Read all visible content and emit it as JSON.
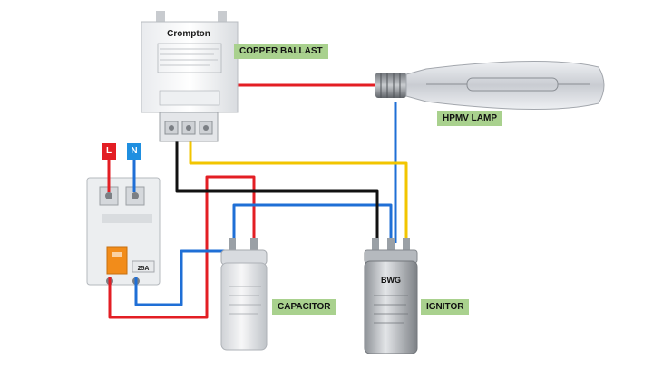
{
  "labels": {
    "ballast": "COPPER BALLAST",
    "lamp": "HPMV LAMP",
    "capacitor": "CAPACITOR",
    "ignitor": "IGNITOR"
  },
  "terminals": {
    "live": "L",
    "neutral": "N"
  },
  "devices": {
    "ballast_brand": "Crompton",
    "ignitor_brand": "BWG",
    "breaker_rating": "25A"
  },
  "colors": {
    "wire_red": "#e31e24",
    "wire_blue": "#1f6fd6",
    "wire_yellow": "#f2c500",
    "wire_black": "#111111",
    "label_bg": "#a9d18e",
    "live_badge": "#e31e24",
    "neutral_badge": "#1f8fe0"
  }
}
